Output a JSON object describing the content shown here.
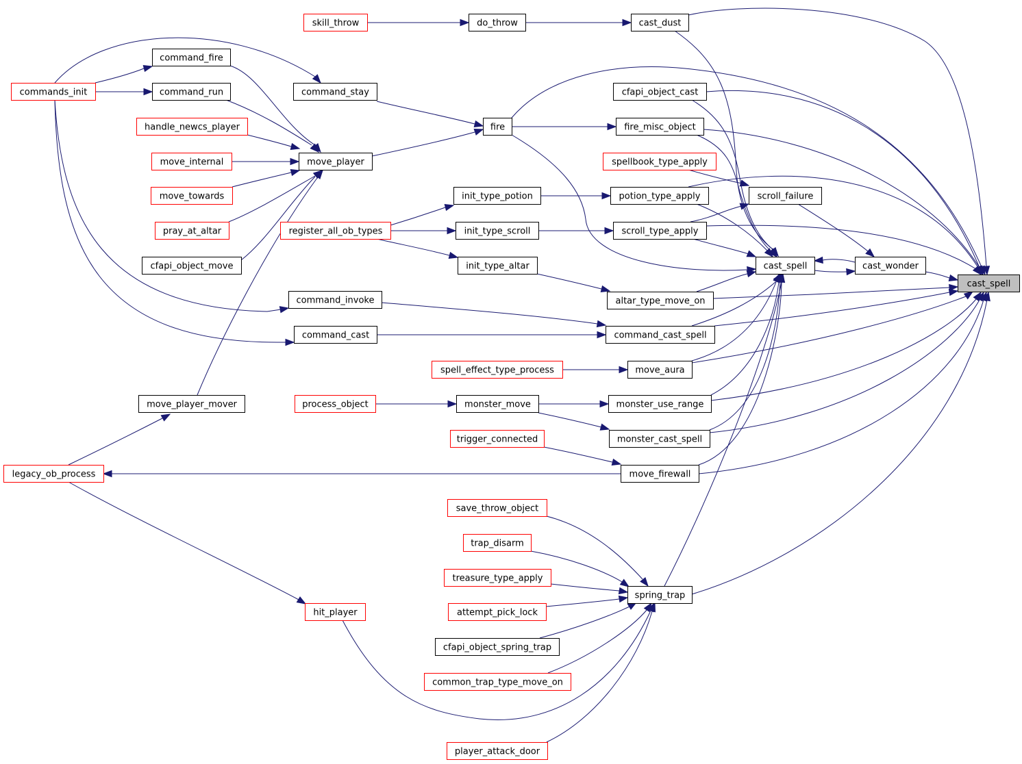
{
  "colors": {
    "edge": "#191970",
    "node_border_normal": "#000000",
    "node_border_truncated": "#ff0000",
    "focus_fill": "#bfbfbf"
  },
  "nodes": [
    {
      "id": "cast_spell_root",
      "label": "cast_spell",
      "style": "focus"
    },
    {
      "id": "skill_throw",
      "label": "skill_throw",
      "style": "truncated"
    },
    {
      "id": "do_throw",
      "label": "do_throw",
      "style": "normal"
    },
    {
      "id": "cast_dust",
      "label": "cast_dust",
      "style": "normal"
    },
    {
      "id": "commands_init",
      "label": "commands_init",
      "style": "truncated"
    },
    {
      "id": "command_fire",
      "label": "command_fire",
      "style": "normal"
    },
    {
      "id": "command_run",
      "label": "command_run",
      "style": "normal"
    },
    {
      "id": "command_stay",
      "label": "command_stay",
      "style": "normal"
    },
    {
      "id": "cfapi_object_cast",
      "label": "cfapi_object_cast",
      "style": "normal"
    },
    {
      "id": "handle_newcs_player",
      "label": "handle_newcs_player",
      "style": "truncated"
    },
    {
      "id": "fire",
      "label": "fire",
      "style": "normal"
    },
    {
      "id": "fire_misc_object",
      "label": "fire_misc_object",
      "style": "normal"
    },
    {
      "id": "move_internal",
      "label": "move_internal",
      "style": "truncated"
    },
    {
      "id": "move_player",
      "label": "move_player",
      "style": "normal"
    },
    {
      "id": "spellbook_type_apply",
      "label": "spellbook_type_apply",
      "style": "truncated"
    },
    {
      "id": "move_towards",
      "label": "move_towards",
      "style": "truncated"
    },
    {
      "id": "init_type_potion",
      "label": "init_type_potion",
      "style": "normal"
    },
    {
      "id": "potion_type_apply",
      "label": "potion_type_apply",
      "style": "normal"
    },
    {
      "id": "scroll_failure",
      "label": "scroll_failure",
      "style": "normal"
    },
    {
      "id": "pray_at_altar",
      "label": "pray_at_altar",
      "style": "truncated"
    },
    {
      "id": "register_all_ob_types",
      "label": "register_all_ob_types",
      "style": "truncated"
    },
    {
      "id": "init_type_scroll",
      "label": "init_type_scroll",
      "style": "normal"
    },
    {
      "id": "scroll_type_apply",
      "label": "scroll_type_apply",
      "style": "normal"
    },
    {
      "id": "cfapi_object_move",
      "label": "cfapi_object_move",
      "style": "normal"
    },
    {
      "id": "init_type_altar",
      "label": "init_type_altar",
      "style": "normal"
    },
    {
      "id": "cast_spell_mid",
      "label": "cast_spell",
      "style": "normal"
    },
    {
      "id": "cast_wonder",
      "label": "cast_wonder",
      "style": "normal"
    },
    {
      "id": "command_invoke",
      "label": "command_invoke",
      "style": "normal"
    },
    {
      "id": "altar_type_move_on",
      "label": "altar_type_move_on",
      "style": "normal"
    },
    {
      "id": "command_cast",
      "label": "command_cast",
      "style": "normal"
    },
    {
      "id": "command_cast_spell",
      "label": "command_cast_spell",
      "style": "normal"
    },
    {
      "id": "spell_effect_type_process",
      "label": "spell_effect_type_process",
      "style": "truncated"
    },
    {
      "id": "move_aura",
      "label": "move_aura",
      "style": "normal"
    },
    {
      "id": "move_player_mover",
      "label": "move_player_mover",
      "style": "normal"
    },
    {
      "id": "process_object",
      "label": "process_object",
      "style": "truncated"
    },
    {
      "id": "monster_move",
      "label": "monster_move",
      "style": "normal"
    },
    {
      "id": "monster_use_range",
      "label": "monster_use_range",
      "style": "normal"
    },
    {
      "id": "trigger_connected",
      "label": "trigger_connected",
      "style": "truncated"
    },
    {
      "id": "monster_cast_spell",
      "label": "monster_cast_spell",
      "style": "normal"
    },
    {
      "id": "legacy_ob_process",
      "label": "legacy_ob_process",
      "style": "truncated"
    },
    {
      "id": "move_firewall",
      "label": "move_firewall",
      "style": "normal"
    },
    {
      "id": "save_throw_object",
      "label": "save_throw_object",
      "style": "truncated"
    },
    {
      "id": "trap_disarm",
      "label": "trap_disarm",
      "style": "truncated"
    },
    {
      "id": "treasure_type_apply",
      "label": "treasure_type_apply",
      "style": "truncated"
    },
    {
      "id": "spring_trap",
      "label": "spring_trap",
      "style": "normal"
    },
    {
      "id": "attempt_pick_lock",
      "label": "attempt_pick_lock",
      "style": "truncated"
    },
    {
      "id": "hit_player",
      "label": "hit_player",
      "style": "truncated"
    },
    {
      "id": "cfapi_object_spring_trap",
      "label": "cfapi_object_spring_trap",
      "style": "normal"
    },
    {
      "id": "common_trap_type_move_on",
      "label": "common_trap_type_move_on",
      "style": "truncated"
    },
    {
      "id": "player_attack_door",
      "label": "player_attack_door",
      "style": "truncated"
    }
  ]
}
